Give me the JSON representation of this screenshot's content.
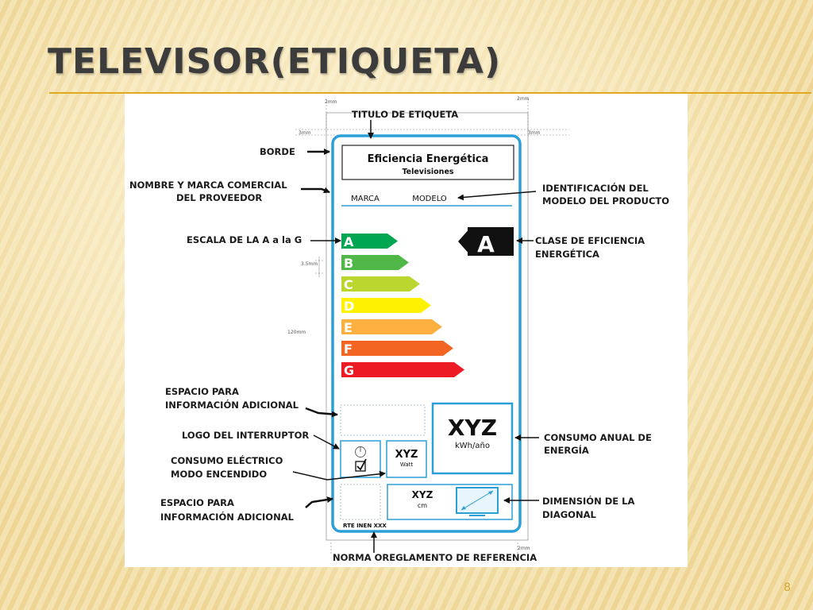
{
  "slide": {
    "title": "TELEVISOR(ETIQUETA)",
    "page_number": "8",
    "accent_color": "#e0a81e"
  },
  "label": {
    "title": "Eficiencia Energética",
    "subtitle": "Televisiones",
    "brand": "MARCA",
    "model": "MODELO",
    "grades": [
      {
        "letter": "A",
        "color": "#00a651"
      },
      {
        "letter": "B",
        "color": "#50b848"
      },
      {
        "letter": "C",
        "color": "#bcd630"
      },
      {
        "letter": "D",
        "color": "#fff200"
      },
      {
        "letter": "E",
        "color": "#fbb040"
      },
      {
        "letter": "F",
        "color": "#f26522"
      },
      {
        "letter": "G",
        "color": "#ed1c24"
      }
    ],
    "current_class": "A",
    "consumption_value": "XYZ",
    "consumption_unit": "kWh/año",
    "power_value": "XYZ",
    "power_unit": "Watt",
    "diagonal_value": "XYZ",
    "diagonal_unit": "cm",
    "norm": "RTE INEN XXX",
    "border_color": "#2a9fd8"
  },
  "callouts": {
    "titulo": "TITULO DE ETIQUETA",
    "borde": "BORDE",
    "nombre_line1": "NOMBRE Y MARCA COMERCIAL",
    "nombre_line2": "DEL PROVEEDOR",
    "identificacion_line1": "IDENTIFICACIÓN DEL",
    "identificacion_line2": "MODELO DEL PRODUCTO",
    "escala": "ESCALA DE LA A a la G",
    "clase_line1": "CLASE DE EFICIENCIA",
    "clase_line2": "ENERGÉTICA",
    "espacio1_line1": "ESPACIO PARA",
    "espacio1_line2": "INFORMACIÓN ADICIONAL",
    "logo": "LOGO DEL INTERRUPTOR",
    "consumo_electrico_line1": "CONSUMO ELÉCTRICO",
    "consumo_electrico_line2": "MODO ENCENDIDO",
    "consumo_anual_line1": "CONSUMO ANUAL DE",
    "consumo_anual_line2": "ENERGÍA",
    "espacio2_line1": "ESPACIO PARA",
    "espacio2_line2": "INFORMACIÓN ADICIONAL",
    "dimension_line1": "DIMENSIÓN DE LA",
    "dimension_line2": "DIAGONAL",
    "norma": "NORMA OREGLAMENTO DE REFERENCIA"
  },
  "dimensions": {
    "top_left": "2mm",
    "top_right": "2mm",
    "left_margin": "3mm",
    "right_margin": "3mm",
    "bar_height": "3.5mm",
    "label_height": "120mm",
    "bottom": "2mm"
  }
}
